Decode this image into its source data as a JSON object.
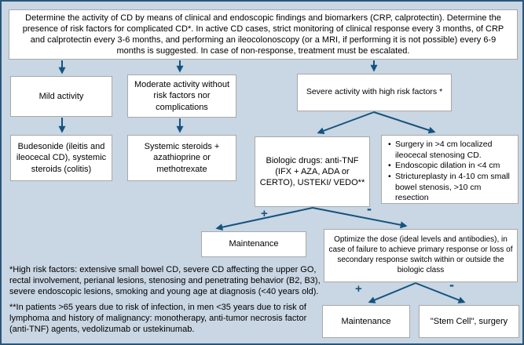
{
  "palette": {
    "background": "#c9d6e3",
    "frame_border": "#2a5679",
    "arrow": "#14537f",
    "box_background": "#ffffff",
    "box_border": "#a9a9a9",
    "text": "#000000"
  },
  "flowchart": {
    "root": {
      "text": "Determine the activity of CD by means of clinical and endoscopic findings and biomarkers (CRP, calprotectin). Determine the presence of risk factors for complicated CD*. In active CD cases, strict monitoring of clinical response every 3 months, of CRP and calprotectin every 3-6 months, and performing an ileocolonoscopy (or a MRI, if performing it is not possible) every 6-9 months is suggested. In case of non-response, treatment must be escalated."
    },
    "mild": {
      "text": "Mild activity"
    },
    "moderate": {
      "text": "Moderate activity without risk factors nor complications"
    },
    "severe": {
      "text": "Severe activity with high risk factors *"
    },
    "budesonide": {
      "text": "Budesonide (ileitis and ileocecal CD), systemic steroids (colitis)"
    },
    "systemic": {
      "text": "Systemic steroids + azathioprine or methotrexate"
    },
    "biologic": {
      "text": "Biologic drugs: anti-TNF (IFX + AZA, ADA or CERTO), USTEKI/ VEDO**"
    },
    "surgery": {
      "bullets": [
        "Surgery in >4 cm localized ileocecal stenosing CD.",
        "Endoscopic dilation in <4 cm",
        "Strictureplasty in 4-10 cm small bowel stenosis, >10 cm resection"
      ]
    },
    "maintenance1": {
      "text": "Maintenance"
    },
    "optimize": {
      "text": "Optimize the dose (ideal levels and antibodies), in case of failure to achieve primary response or loss of secondary response switch within or outside the biologic class"
    },
    "maintenance2": {
      "text": "Maintenance"
    },
    "stem_cell": {
      "text": "\"Stem Cell\", surgery"
    },
    "branch1": {
      "plus": "+",
      "minus": "-"
    },
    "branch2": {
      "plus": "+",
      "minus": "-"
    },
    "footnotes": {
      "high_risk": "*High risk factors: extensive small bowel CD, severe CD affecting the upper GO, rectal involvement, perianal lesions, stenosing and penetrating behavior (B2, B3), severe endoscopic lesions, smoking and young age at diagnosis (<40 years old).",
      "patients": "**In patients >65 years due to risk of infection, in men <35 years due to risk of lymphoma and history of malignancy: monotherapy, anti-tumor necrosis factor (anti-TNF) agents, vedolizumab or ustekinumab."
    }
  }
}
